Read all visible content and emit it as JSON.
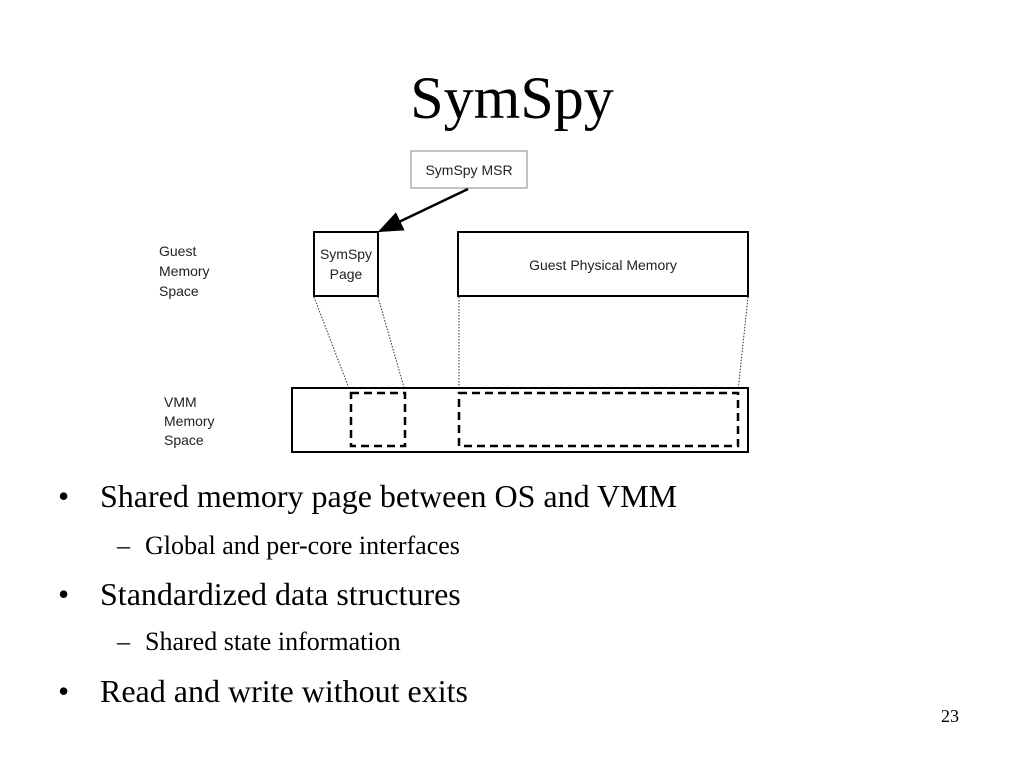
{
  "slide": {
    "title": "SymSpy",
    "page_number": "23"
  },
  "diagram": {
    "msr_box_label": "SymSpy MSR",
    "symspy_page_label_line1": "SymSpy",
    "symspy_page_label_line2": "Page",
    "guest_physical_memory_label": "Guest Physical Memory",
    "guest_memory_space_label": [
      "Guest",
      "Memory",
      "Space"
    ],
    "vmm_memory_space_label": [
      "VMM",
      "Memory",
      "Space"
    ]
  },
  "bullets": [
    {
      "level": 1,
      "marker": "•",
      "text": "Shared memory page between OS and VMM"
    },
    {
      "level": 2,
      "marker": "–",
      "text": "Global and per-core interfaces"
    },
    {
      "level": 1,
      "marker": "•",
      "text": "Standardized data structures"
    },
    {
      "level": 2,
      "marker": "–",
      "text": "Shared state information"
    },
    {
      "level": 1,
      "marker": "•",
      "text": "Read and write without exits"
    }
  ]
}
